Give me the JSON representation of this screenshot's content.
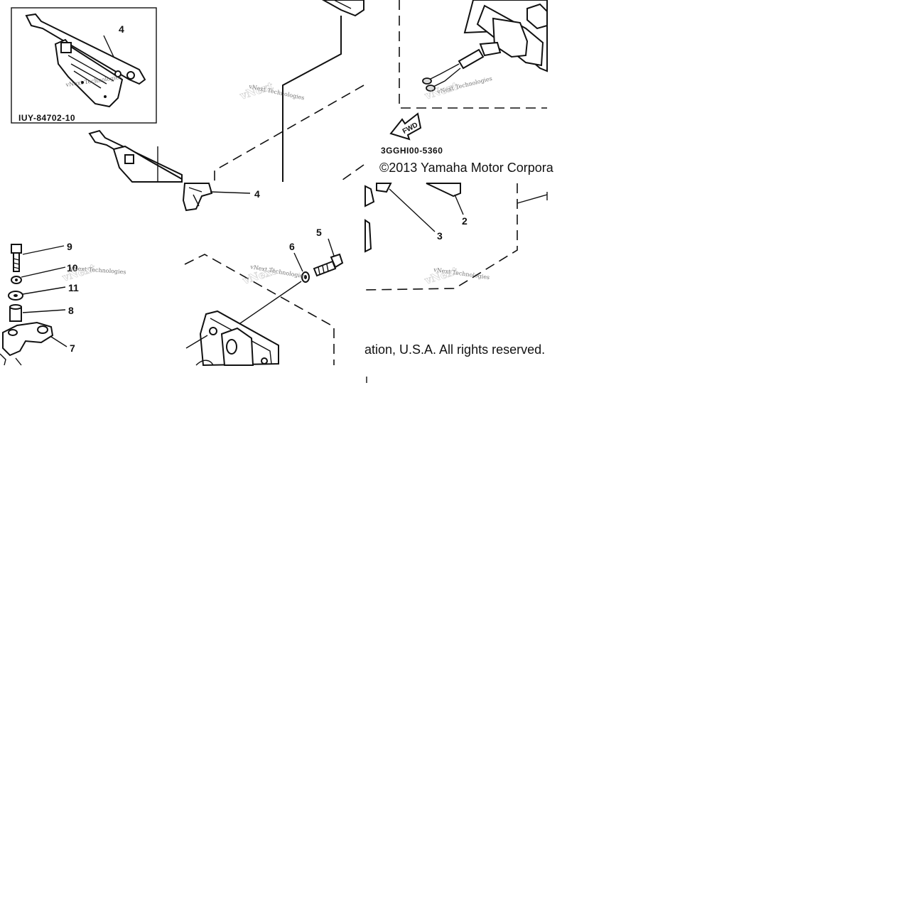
{
  "inset": {
    "code": "IUY-84702-10",
    "callout": "4"
  },
  "diagram_code": "3GGHI00-5360",
  "copyright_start": "©2013 Yamaha Motor Corpora",
  "copyright_end": "ation, U.S.A. All rights reserved.",
  "fwd_label": "FWD",
  "watermark": "vNext Technologies",
  "callouts": {
    "c2": "2",
    "c3": "3",
    "c4": "4",
    "c5": "5",
    "c6": "6",
    "c7": "7",
    "c8": "8",
    "c9": "9",
    "c10": "10",
    "c11": "11"
  }
}
